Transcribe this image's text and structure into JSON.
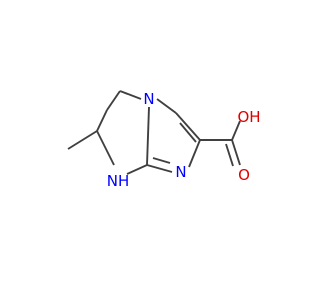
{
  "atoms": {
    "n_bridge": "N",
    "nh": "NH",
    "n_imine": "N",
    "oh": "OH",
    "o_carbonyl": "O"
  },
  "colors": {
    "bond": "#404040",
    "nitrogen": "#0000ff",
    "oxygen": "#e00000",
    "background": "#ffffff"
  }
}
